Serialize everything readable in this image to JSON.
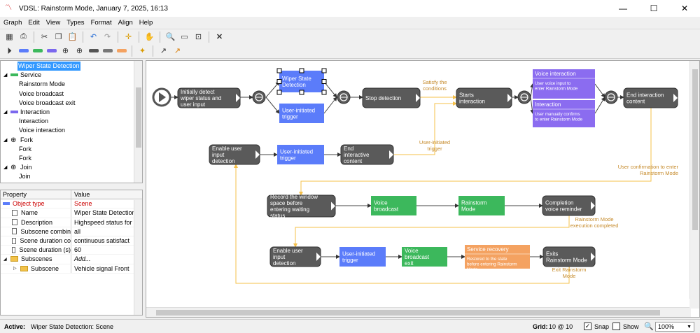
{
  "window": {
    "title": "VDSL: Rainstorm Mode, January 7, 2025, 16:13"
  },
  "menu": [
    "Graph",
    "Edit",
    "View",
    "Types",
    "Format",
    "Align",
    "Help"
  ],
  "colors": {
    "service": "#3cb85c",
    "interaction": "#7b68ee",
    "user": "#5b7cfa",
    "dark": "#5a5a5a",
    "voice_purple": "#8b6cf0",
    "orange": "#f4a261",
    "sel": "#3399ff",
    "connector": "#f5c04a"
  },
  "tree": {
    "items": [
      {
        "label": "Wiper State Detection",
        "type": "selected"
      },
      {
        "label": "Service",
        "type": "group",
        "color": "#3cb85c"
      },
      {
        "label": "Rainstorm Mode",
        "type": "child"
      },
      {
        "label": "Voice broadcast",
        "type": "child"
      },
      {
        "label": "Voice broadcast exit",
        "type": "child"
      },
      {
        "label": "Interaction",
        "type": "group",
        "color": "#7b68ee"
      },
      {
        "label": "Interaction",
        "type": "child"
      },
      {
        "label": "Voice interaction",
        "type": "child"
      },
      {
        "label": "Fork",
        "type": "globe"
      },
      {
        "label": "Fork",
        "type": "child"
      },
      {
        "label": "Fork",
        "type": "child"
      },
      {
        "label": "Join",
        "type": "globe"
      },
      {
        "label": "Join",
        "type": "child"
      }
    ]
  },
  "props": {
    "header": {
      "name": "Property",
      "value": "Value"
    },
    "rows": [
      {
        "name": "Object type",
        "value": "Scene",
        "red": true,
        "icon": "bar"
      },
      {
        "name": "Name",
        "value": "Wiper State Detection",
        "icon": "doc"
      },
      {
        "name": "Description",
        "value": "Highspeed status for",
        "icon": "doc"
      },
      {
        "name": "Subscene combin",
        "value": "all",
        "icon": "doc"
      },
      {
        "name": "Scene duration co",
        "value": "continuous satisfact",
        "icon": "doc"
      },
      {
        "name": "Scene duration (s)",
        "value": "60",
        "icon": "doc"
      },
      {
        "name": "Subscenes",
        "value": "Add...",
        "icon": "folder",
        "italic": true
      },
      {
        "name": "Subscene",
        "value": "Vehicle signal Front",
        "icon": "folder",
        "child": true
      }
    ]
  },
  "status": {
    "active": "Active:",
    "active_value": "Wiper State Detection: Scene",
    "grid_label": "Grid:",
    "grid_value": "10 @ 10",
    "snap": "Snap",
    "show": "Show",
    "zoom": "100%"
  },
  "diagram": {
    "nodes": [
      {
        "id": "initial",
        "label": "Initially detect wiper status and user input",
        "kind": "dark"
      },
      {
        "id": "wiper",
        "label": "Wiper State Detection",
        "kind": "user",
        "selected": true
      },
      {
        "id": "uitrig1",
        "label": "User-initiated trigger",
        "kind": "user"
      },
      {
        "id": "stop",
        "label": "Stop detection",
        "kind": "dark"
      },
      {
        "id": "start",
        "label": "Starts interaction",
        "kind": "dark"
      },
      {
        "id": "vi",
        "label": "Voice interaction",
        "sub": "User voice input to enter Rainstorm Mode",
        "kind": "purple"
      },
      {
        "id": "inter",
        "label": "Interaction",
        "sub": "User manually confirms to enter Rainstorm Mode",
        "kind": "purple"
      },
      {
        "id": "endint",
        "label": "End interaction content",
        "kind": "dark"
      },
      {
        "id": "enable1",
        "label": "Enable user input detection",
        "kind": "dark"
      },
      {
        "id": "uitrig2",
        "label": "User-initiated trigger",
        "kind": "user"
      },
      {
        "id": "endic",
        "label": "End interactive content",
        "kind": "dark"
      },
      {
        "id": "record",
        "label": "Record the window space before entering waiting status",
        "kind": "dark"
      },
      {
        "id": "vb",
        "label": "Voice broadcast",
        "kind": "green"
      },
      {
        "id": "rm",
        "label": "Rainstorm Mode",
        "kind": "green"
      },
      {
        "id": "cvr",
        "label": "Completion voice reminder",
        "kind": "dark"
      },
      {
        "id": "enable2",
        "label": "Enable user input detection",
        "kind": "dark"
      },
      {
        "id": "uitrig3",
        "label": "User-initiated trigger",
        "kind": "user"
      },
      {
        "id": "vbe",
        "label": "Voice broadcast exit",
        "kind": "green"
      },
      {
        "id": "sr",
        "label": "Service recovery",
        "sub": "Restored to the state before entering Rainstorm Mode",
        "kind": "orange"
      },
      {
        "id": "exit",
        "label": "Exits Rainstorm Mode",
        "kind": "dark"
      }
    ],
    "edge_labels": [
      {
        "id": "l1",
        "text": "Satisfy the conditions"
      },
      {
        "id": "l2",
        "text": "User-initiated trigger"
      },
      {
        "id": "l3",
        "text": "User confirmation to enter Rainstorm Mode"
      },
      {
        "id": "l4",
        "text": "Rainstorm Mode execution completed"
      },
      {
        "id": "l5",
        "text": "Exit Rainstorm Mode"
      }
    ]
  }
}
